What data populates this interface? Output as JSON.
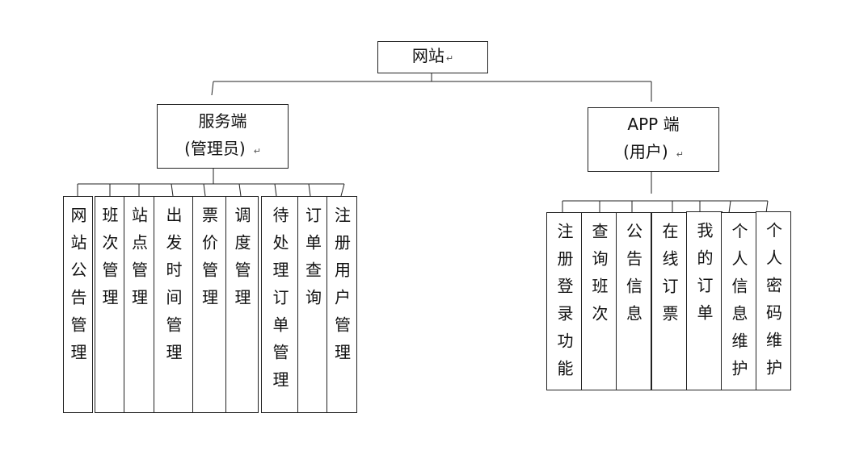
{
  "root": {
    "label": "网站",
    "mark": "↵"
  },
  "server": {
    "line1": "服务端",
    "line2": "(管理员)",
    "mark": "↵"
  },
  "app": {
    "line1": "APP 端",
    "line2": "(用户)",
    "mark": "↵"
  },
  "server_items": [
    {
      "label": "网站公告管理"
    },
    {
      "label": "班次管理"
    },
    {
      "label": "站点管理"
    },
    {
      "label": "出发时间管理"
    },
    {
      "label": "票价管理"
    },
    {
      "label": "调度管理"
    },
    {
      "label": "待处理订单管理"
    },
    {
      "label": "订单查询"
    },
    {
      "label": "注册用户管理"
    }
  ],
  "app_items": [
    {
      "label": "注册登录功能"
    },
    {
      "label": "查询班次"
    },
    {
      "label": "公告信息"
    },
    {
      "label": "在线订票"
    },
    {
      "label": "我的订单"
    },
    {
      "label": "个人信息维护"
    },
    {
      "label": "个人密码维护"
    }
  ]
}
